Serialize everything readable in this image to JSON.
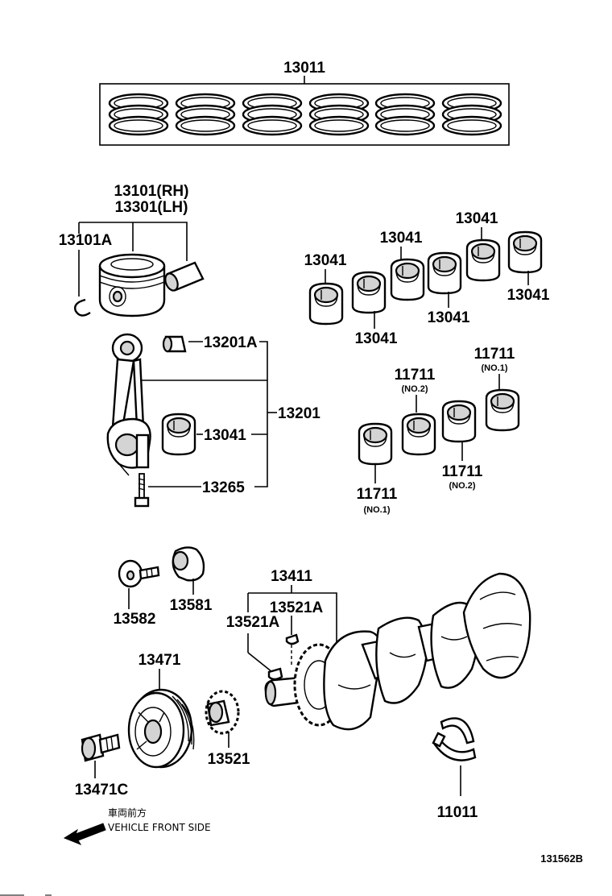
{
  "labels": {
    "piston_ring_set": "13011",
    "piston_rh": "13101(RH)",
    "piston_lh": "13301(LH)",
    "piston_ring_clip": "13101A",
    "rod_bearing_top_left": "13041",
    "rod_bearing_top_2": "13041",
    "rod_bearing_top_3": "13041",
    "rod_bearing_bottom_2": "13041",
    "rod_bearing_bottom_3": "13041",
    "rod_bearing_right": "13041",
    "pin_bushing": "13201A",
    "connecting_rod_assembly": "13201",
    "rod_bearing_on_rod": "13041",
    "rod_bolt": "13265",
    "main_bearing_top_right": "11711",
    "main_bearing_top_right_note": "(NO.1)",
    "main_bearing_top_mid": "11711",
    "main_bearing_top_mid_note": "(NO.2)",
    "main_bearing_low_mid": "11711",
    "main_bearing_low_mid_note": "(NO.2)",
    "main_bearing_low_left": "11711",
    "main_bearing_low_left_note": "(NO.1)",
    "crankshaft_key_group": "13411",
    "crank_key_right": "13521A",
    "crank_key_left": "13521A",
    "plate_bolt": "13582",
    "plate": "13581",
    "crank_pulley": "13471",
    "pulley_bolt": "13471C",
    "crank_gear": "13521",
    "thrust_washer": "11011"
  },
  "direction": {
    "japanese": "車両前方",
    "english": "VEHICLE FRONT SIDE",
    "arrow_icon": "left-down-arrow-icon"
  },
  "diagram_code": "131562B"
}
